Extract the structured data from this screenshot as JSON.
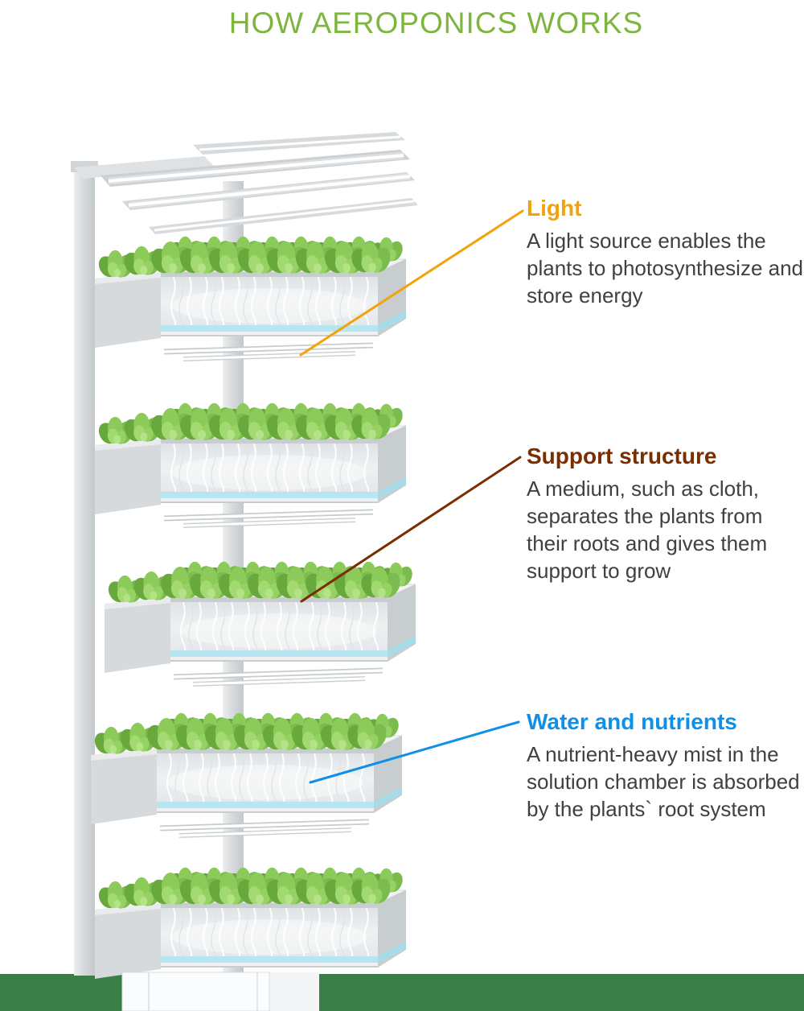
{
  "title": "HOW AEROPONICS WORKS",
  "annotations": {
    "light": {
      "label": "Light",
      "text": "A light source enables the plants to photosynthesize and store energy"
    },
    "support": {
      "label": "Support structure",
      "text": "A medium, such as cloth, separates the plants from their roots and gives them support to grow"
    },
    "water": {
      "label": "Water and nutrients",
      "text": "A nutrient-heavy mist in the solution chamber is absorbed by the plants` root system"
    }
  },
  "colors": {
    "title": "#7eb53e",
    "light": "#f2a30b",
    "support": "#7a2e00",
    "water": "#0e90ea",
    "body": "#404040",
    "ground": "#3b7d46"
  },
  "illustration": {
    "shelves": 5
  }
}
